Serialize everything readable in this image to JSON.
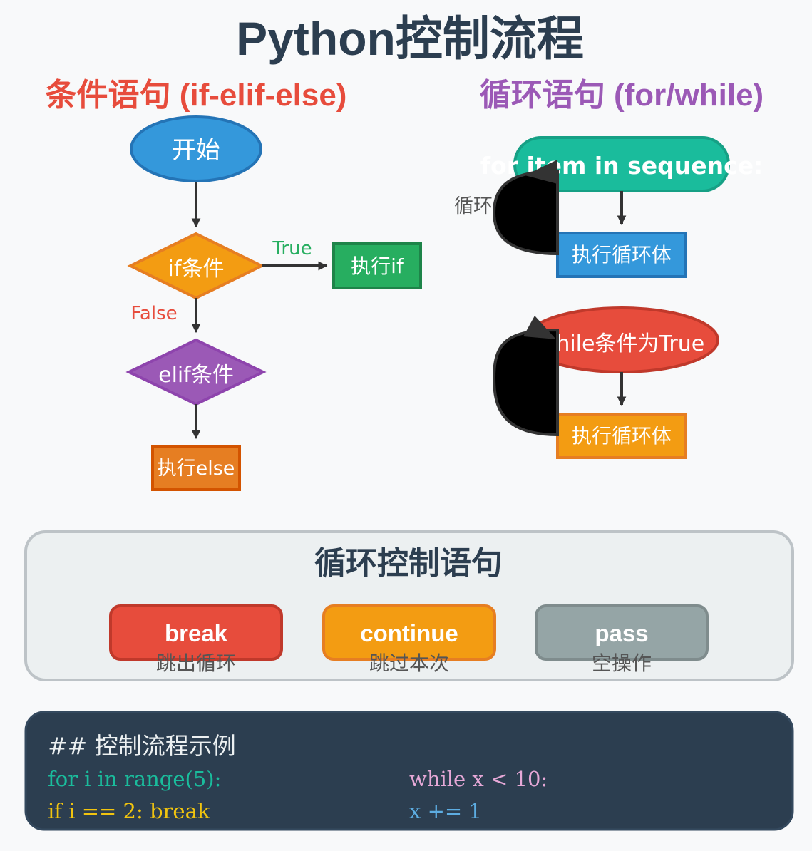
{
  "page_title": "Python控制流程",
  "conditional": {
    "heading": "条件语句 (if-elif-else)",
    "start": "开始",
    "if_cond": "if条件",
    "true_label": "True",
    "false_label": "False",
    "exec_if": "执行if",
    "elif_cond": "elif条件",
    "exec_else": "执行else"
  },
  "loops": {
    "heading": "循环语句 (for/while)",
    "for_header": "for item in sequence:",
    "loop_label": "循环",
    "for_body": "执行循环体",
    "while_header": "while条件为True",
    "while_body": "执行循环体"
  },
  "control": {
    "heading": "循环控制语句",
    "items": [
      {
        "keyword": "break",
        "desc": "跳出循环"
      },
      {
        "keyword": "continue",
        "desc": "跳过本次"
      },
      {
        "keyword": "pass",
        "desc": "空操作"
      }
    ]
  },
  "code": {
    "comment": "## 控制流程示例",
    "left": [
      "for i in range(5):",
      "if i == 2: break"
    ],
    "right": [
      "while x < 10:",
      "x += 1"
    ]
  },
  "colors": {
    "red": "#e74c3c",
    "purple": "#9b59b6",
    "blue": "#3498db",
    "orange": "#f39c12",
    "green": "#27ae60",
    "teal": "#1abc9c",
    "dark": "#2c3e50",
    "gray": "#95a5a6"
  }
}
